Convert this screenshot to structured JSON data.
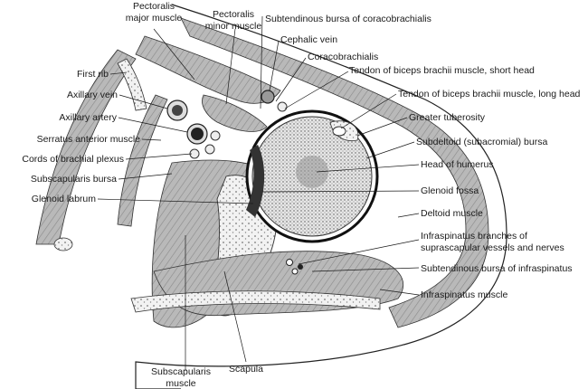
{
  "labels": {
    "pectoralis_major": [
      "Pectoralis",
      "major muscle"
    ],
    "pectoralis_minor": [
      "Pectoralis",
      "minor muscle"
    ],
    "subtendinous_bursa_coracobrachialis": "Subtendinous bursa of coracobrachialis",
    "cephalic_vein": "Cephalic vein",
    "coracobrachialis": "Coracobrachialis",
    "biceps_short_head": "Tendon of biceps brachii muscle, short head",
    "biceps_long_head": "Tendon of biceps brachii muscle, long head",
    "greater_tuberosity": "Greater tuberosity",
    "subdeltoid_bursa": "Subdeltoid (subacromial) bursa",
    "head_of_humerus": "Head of humerus",
    "glenoid_fossa": "Glenoid fossa",
    "deltoid_muscle": "Deltoid muscle",
    "infraspinatus_branches": [
      "Infraspinatus branches of",
      "suprascapular vessels and nerves"
    ],
    "subtendinous_bursa_infraspinatus": "Subtendinous bursa of infraspinatus",
    "infraspinatus_muscle": "Infraspinatus muscle",
    "first_rib": "First rib",
    "axillary_vein": "Axillary vein",
    "axillary_artery": "Axillary artery",
    "serratus_anterior": "Serratus anterior muscle",
    "brachial_plexus": "Cords of brachial plexus",
    "subscapularis_bursa": "Subscapularis bursa",
    "glenoid_labrum": "Glenoid labrum",
    "subscapularis_muscle": [
      "Subscapularis",
      "muscle"
    ],
    "scapula": "Scapula"
  }
}
